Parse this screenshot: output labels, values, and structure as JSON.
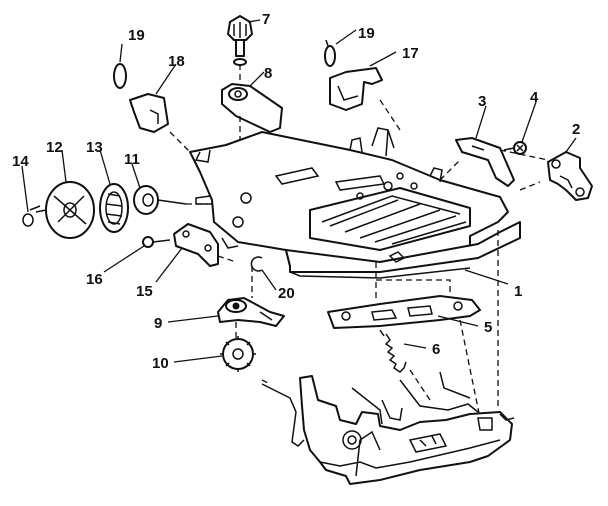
{
  "callouts": [
    {
      "id": "1",
      "text": "1"
    },
    {
      "id": "2",
      "text": "2"
    },
    {
      "id": "3",
      "text": "3"
    },
    {
      "id": "4",
      "text": "4"
    },
    {
      "id": "5",
      "text": "5"
    },
    {
      "id": "6",
      "text": "6"
    },
    {
      "id": "7",
      "text": "7"
    },
    {
      "id": "8",
      "text": "8"
    },
    {
      "id": "9",
      "text": "9"
    },
    {
      "id": "10",
      "text": "10"
    },
    {
      "id": "11",
      "text": "11"
    },
    {
      "id": "12",
      "text": "12"
    },
    {
      "id": "13",
      "text": "13"
    },
    {
      "id": "14",
      "text": "14"
    },
    {
      "id": "15",
      "text": "15"
    },
    {
      "id": "16",
      "text": "16"
    },
    {
      "id": "17",
      "text": "17"
    },
    {
      "id": "18",
      "text": "18"
    },
    {
      "id": "19a",
      "text": "19"
    },
    {
      "id": "19b",
      "text": "19"
    },
    {
      "id": "20",
      "text": "20"
    }
  ]
}
